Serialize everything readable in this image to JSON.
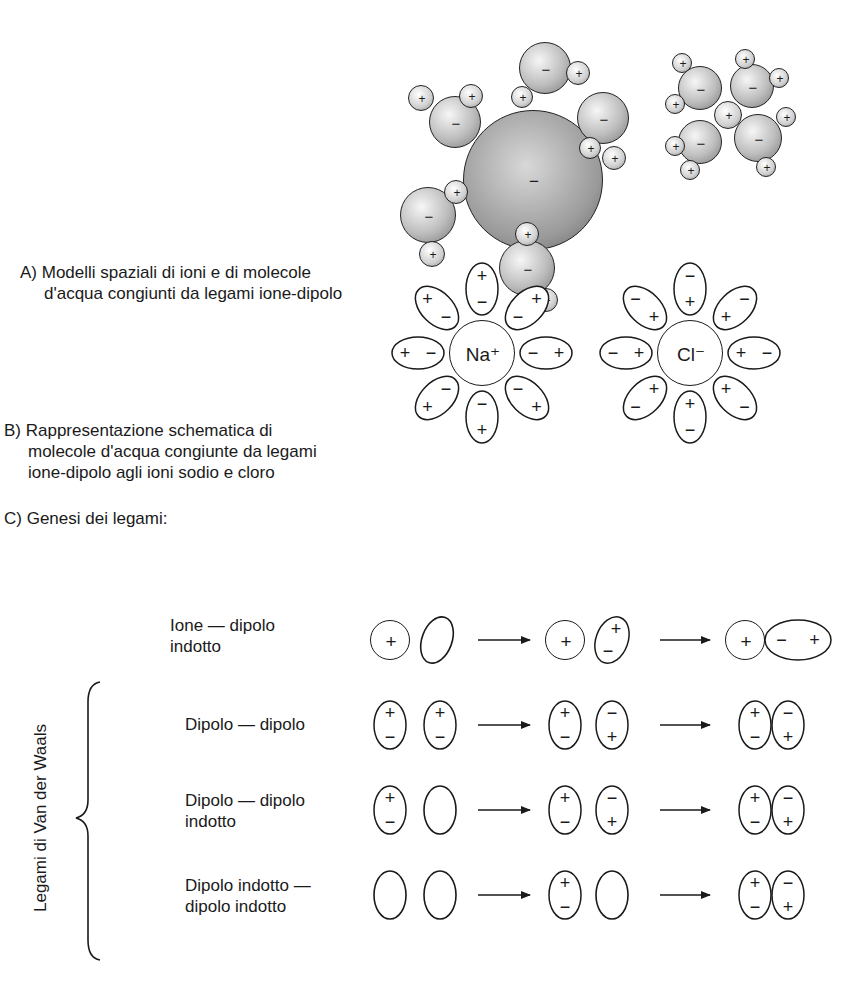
{
  "diagram": {
    "nodes": [
      {
        "text": [
          "−"
        ]
      },
      {
        "text": [
          "−"
        ]
      },
      {
        "text": [
          "+"
        ]
      },
      {
        "text": [
          "+"
        ]
      },
      {
        "text": [
          "−"
        ]
      },
      {
        "text": [
          "+"
        ]
      },
      {
        "text": [
          "+"
        ]
      },
      {
        "text": [
          "−"
        ]
      },
      {
        "text": [
          "+"
        ]
      },
      {
        "text": [
          "+"
        ]
      },
      {
        "text": [
          "−"
        ]
      },
      {
        "text": [
          "+"
        ]
      },
      {
        "text": [
          "+"
        ]
      },
      {
        "text": [
          "−"
        ]
      },
      {
        "text": [
          "+"
        ]
      },
      {
        "text": [
          "+"
        ]
      },
      {
        "text": [
          "−"
        ]
      },
      {
        "text": [
          "+"
        ]
      },
      {
        "text": [
          "+"
        ]
      },
      {
        "text": [
          "−"
        ]
      },
      {
        "text": [
          "+"
        ]
      },
      {
        "text": [
          "+"
        ]
      },
      {
        "text": [
          "−"
        ]
      },
      {
        "text": [
          "+"
        ]
      },
      {
        "text": [
          "+"
        ]
      },
      {
        "text": [
          "−"
        ]
      },
      {
        "text": [
          "+"
        ]
      },
      {
        "text": [
          "+"
        ]
      },
      {
        "text": [
          "+"
        ]
      },
      {
        "text": [
          "Na⁺"
        ]
      },
      {
        "text": [
          "+",
          "−"
        ]
      },
      {
        "text": [
          "+",
          "−"
        ]
      },
      {
        "text": [
          "+",
          "−"
        ]
      },
      {
        "text": [
          "+",
          "−"
        ]
      },
      {
        "text": [
          "−",
          "+"
        ]
      },
      {
        "text": [
          "−",
          "+"
        ]
      },
      {
        "text": [
          "−",
          "+"
        ]
      },
      {
        "text": [
          "−",
          "+"
        ]
      },
      {
        "text": [
          "Cl⁻"
        ]
      },
      {
        "text": [
          "−",
          "+"
        ]
      },
      {
        "text": [
          "−",
          "+"
        ]
      },
      {
        "text": [
          "−",
          "+"
        ]
      },
      {
        "text": [
          "−",
          "+"
        ]
      },
      {
        "text": [
          "+",
          "−"
        ]
      },
      {
        "text": [
          "+",
          "−"
        ]
      },
      {
        "text": [
          "+",
          "−"
        ]
      },
      {
        "text": [
          "+",
          "−"
        ]
      },
      {
        "text": [
          "+"
        ]
      },
      {
        "text": [
          "+"
        ]
      },
      {
        "text": [
          "+",
          "−"
        ]
      },
      {
        "text": [
          "+"
        ]
      },
      {
        "text": [
          "−",
          "+"
        ]
      },
      {
        "text": [
          "+",
          "−"
        ]
      },
      {
        "text": [
          "+",
          "−"
        ]
      },
      {
        "text": [
          "+",
          "−"
        ]
      },
      {
        "text": [
          "−",
          "+"
        ]
      },
      {
        "text": [
          "+",
          "−"
        ]
      },
      {
        "text": [
          "−",
          "+"
        ]
      },
      {
        "text": [
          "+",
          "−"
        ]
      },
      {
        "text": [
          "+",
          "−"
        ]
      },
      {
        "text": [
          "−",
          "+"
        ]
      },
      {
        "text": [
          "+",
          "−"
        ]
      },
      {
        "text": [
          "−",
          "+"
        ]
      },
      {
        "text": [
          "+",
          "−"
        ]
      },
      {
        "text": [
          "+",
          "−"
        ]
      },
      {
        "text": [
          "−",
          "+"
        ]
      }
    ],
    "labels": [
      "A) Modelli spaziali di ioni e di molecole d'acqua congiunti da legami ione-dipolo",
      "B) Rappresentazione schematica di molecole d'acqua congiunte da legami ione-dipolo agli ioni sodio e cloro",
      "C) Genesi dei legami:",
      "Ione — dipolo indotto",
      "Dipolo — dipolo",
      "Dipolo — dipolo indotto",
      "Dipolo indotto — dipolo indotto",
      "Legami di Van der Waals"
    ]
  }
}
